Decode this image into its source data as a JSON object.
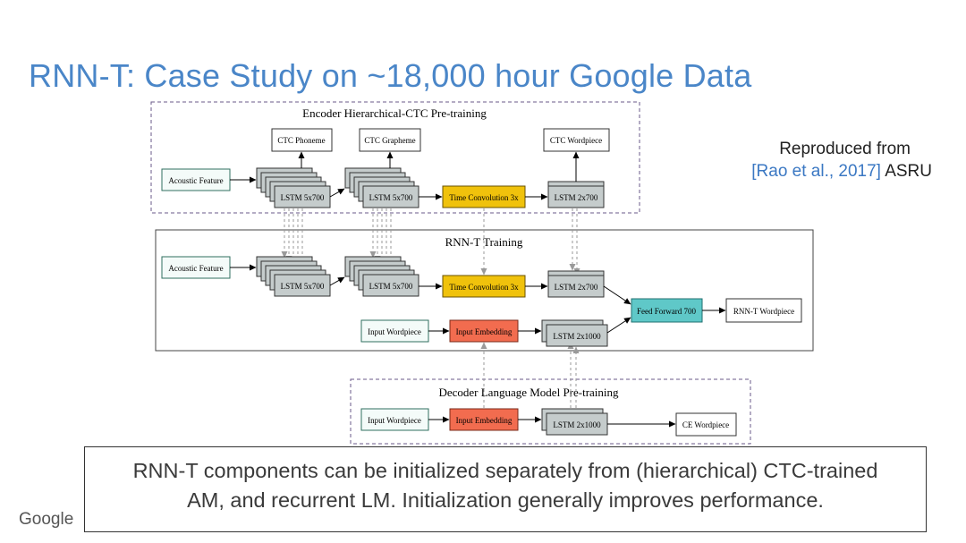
{
  "title": "RNN-T: Case Study on ~18,000 hour Google Data",
  "reference": {
    "line1": "Reproduced from",
    "link": "[Rao et al., 2017]",
    "venue": "ASRU"
  },
  "diagram": {
    "encoder_section_title": "Encoder Hierarchical-CTC Pre-training",
    "rnnt_section_title": "RNN-T Training",
    "decoder_section_title": "Decoder Language Model Pre-training",
    "acoustic_feature": "Acoustic Feature",
    "lstm_5x700": "LSTM 5x700",
    "lstm_2x700": "LSTM 2x700",
    "lstm_2x1000": "LSTM 2x1000",
    "time_convolution": "Time Convolution 3x",
    "ctc_phoneme": "CTC Phoneme",
    "ctc_grapheme": "CTC Grapheme",
    "ctc_wordpiece": "CTC Wordpiece",
    "feed_forward": "Feed Forward 700",
    "rnnt_wordpiece": "RNN-T Wordpiece",
    "input_wordpiece": "Input Wordpiece",
    "input_embedding": "Input Embedding",
    "ce_wordpiece": "CE Wordpiece",
    "colors": {
      "lstm": "#c5cccc",
      "time_conv": "#f0c20c",
      "embedding": "#f26c4f",
      "feed_forward": "#5fc8c8",
      "feature_box": "#f4fbf9"
    }
  },
  "caption": "RNN-T components can be initialized separately from (hierarchical) CTC-trained AM, and recurrent LM. Initialization generally improves performance.",
  "brand": "Google"
}
